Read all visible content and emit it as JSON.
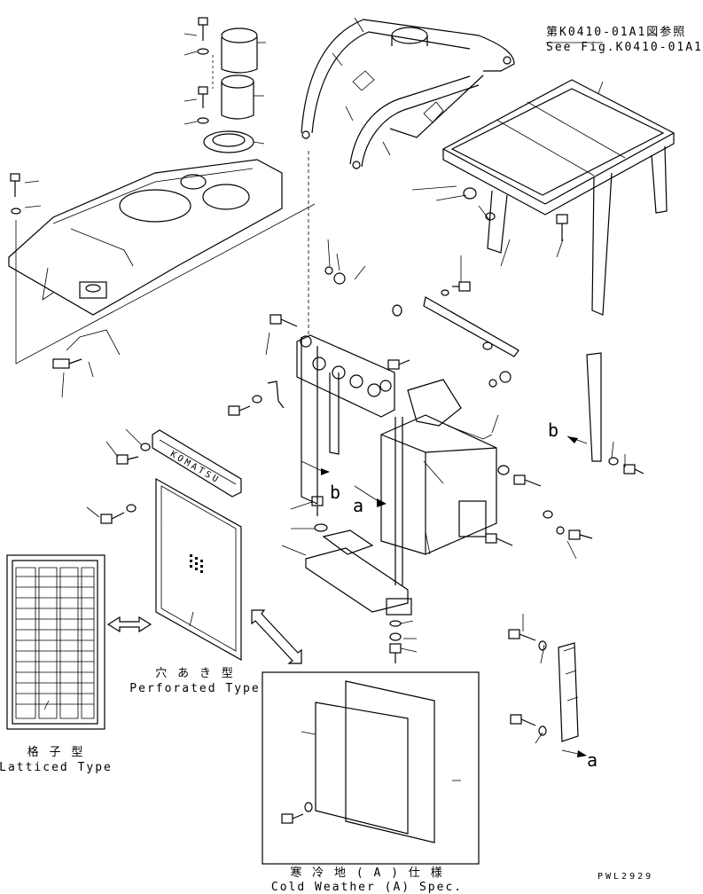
{
  "labels": {
    "ref_jp": "第K0410-01A1図参照",
    "ref_en": "See Fig.K0410-01A1",
    "perforated_jp": "穴 あ き 型",
    "perforated_en": "Perforated Type",
    "latticed_jp": "格 子 型",
    "latticed_en": "Latticed Type",
    "cold_jp": "寒 冷 地 ( A ) 仕 様",
    "cold_en": "Cold Weather (A) Spec.",
    "marker_a1": "a",
    "marker_a2": "a",
    "marker_b1": "b",
    "marker_b2": "b",
    "plate_text": "KOMATSU",
    "drawing_code": "PWL2929"
  }
}
